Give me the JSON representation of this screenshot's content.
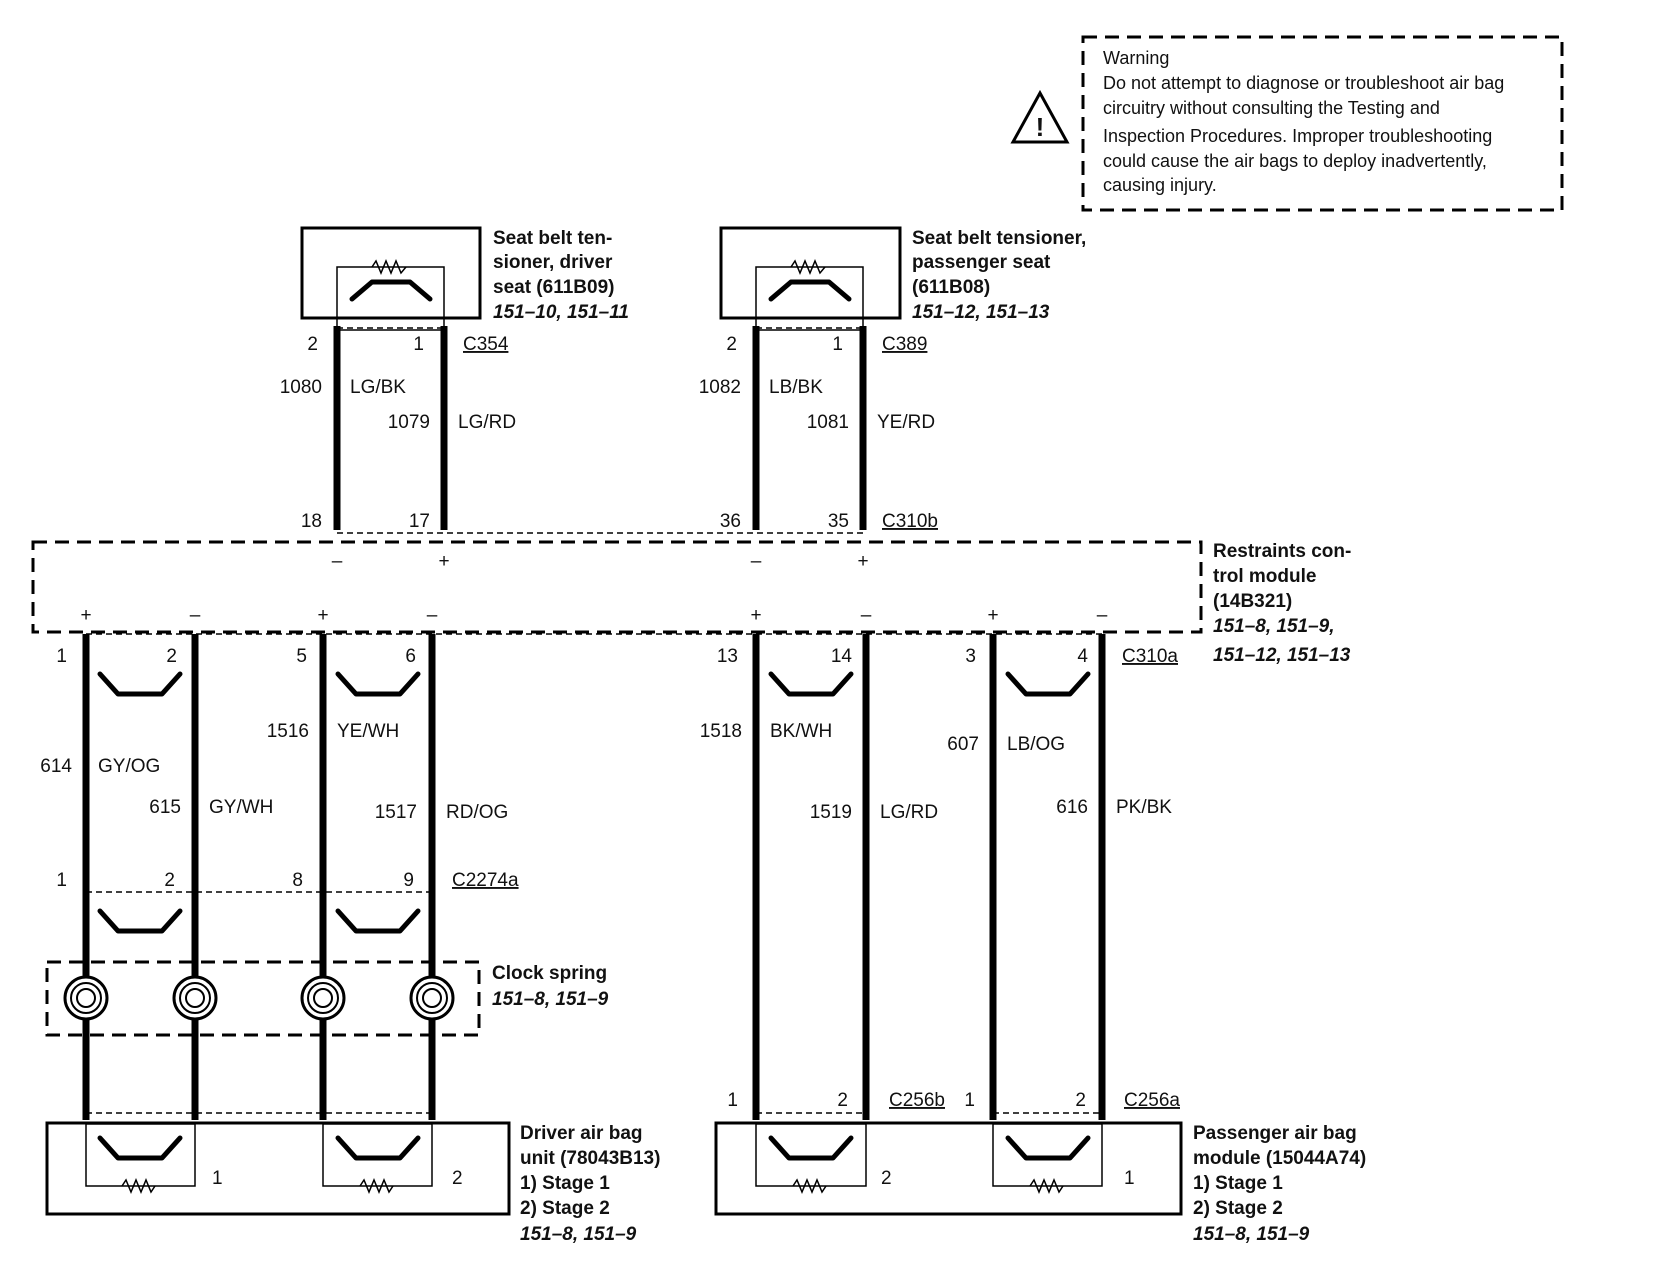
{
  "warning": {
    "title": "Warning",
    "lines": [
      "Do not attempt to diagnose or troubleshoot air bag",
      "circuitry without consulting the Testing and",
      "Inspection Procedures.  Improper troubleshooting",
      "could cause the air bags  to deploy  inadvertently,",
      "causing injury."
    ],
    "icon": "warning-triangle-icon"
  },
  "components": {
    "tensioner_driver": {
      "lines": [
        "Seat belt ten-",
        "sioner, driver",
        "seat (611B09)"
      ],
      "refs": "151–10, 151–11"
    },
    "tensioner_passenger": {
      "lines": [
        "Seat belt tensioner,",
        "passenger seat",
        "(611B08)"
      ],
      "refs": "151–12, 151–13"
    },
    "rcm": {
      "lines": [
        "Restraints con-",
        "trol module",
        "(14B321)"
      ],
      "refs": [
        "151–8, 151–9,",
        "151–12, 151–13"
      ]
    },
    "clock_spring": {
      "name": "Clock spring",
      "refs": "151–8, 151–9"
    },
    "driver_airbag": {
      "lines": [
        "Driver air bag",
        "unit (78043B13)"
      ],
      "stages": [
        "1)    Stage 1",
        "2)    Stage 2"
      ],
      "refs": "151–8, 151–9"
    },
    "passenger_airbag": {
      "lines": [
        "Passenger air bag",
        "module (15044A74)"
      ],
      "stages": [
        "1)    Stage 1",
        "2)    Stage 2"
      ],
      "refs": "151–8, 151–9"
    }
  },
  "connectors": {
    "c354": "C354",
    "c389": "C389",
    "c310b": "C310b",
    "c310a": "C310a",
    "c2274a": "C2274a",
    "c256b": "C256b",
    "c256a": "C256a"
  },
  "pins": {
    "c354": [
      "2",
      "1"
    ],
    "c389": [
      "2",
      "1"
    ],
    "c310b": [
      "18",
      "17",
      "36",
      "35"
    ],
    "c310a": [
      "1",
      "2",
      "5",
      "6",
      "13",
      "14",
      "3",
      "4"
    ],
    "c2274a": [
      "1",
      "2",
      "8",
      "9"
    ],
    "c256b": [
      "1",
      "2"
    ],
    "c256a": [
      "1",
      "2"
    ],
    "driver_stage": [
      "1",
      "2"
    ],
    "passenger_stage": [
      "2",
      "1"
    ]
  },
  "polarity": {
    "top": [
      "–",
      "+",
      "–",
      "+"
    ],
    "bottom": [
      "+",
      "–",
      "+",
      "–",
      "+",
      "–",
      "+",
      "–"
    ]
  },
  "circuits": {
    "c1080": {
      "num": "1080",
      "color": "LG/BK"
    },
    "c1079": {
      "num": "1079",
      "color": "LG/RD"
    },
    "c1082": {
      "num": "1082",
      "color": "LB/BK"
    },
    "c1081": {
      "num": "1081",
      "color": "YE/RD"
    },
    "c614": {
      "num": "614",
      "color": "GY/OG"
    },
    "c615": {
      "num": "615",
      "color": "GY/WH"
    },
    "c1516": {
      "num": "1516",
      "color": "YE/WH"
    },
    "c1517": {
      "num": "1517",
      "color": "RD/OG"
    },
    "c1518": {
      "num": "1518",
      "color": "BK/WH"
    },
    "c1519": {
      "num": "1519",
      "color": "LG/RD"
    },
    "c607": {
      "num": "607",
      "color": "LB/OG"
    },
    "c616": {
      "num": "616",
      "color": "PK/BK"
    }
  }
}
